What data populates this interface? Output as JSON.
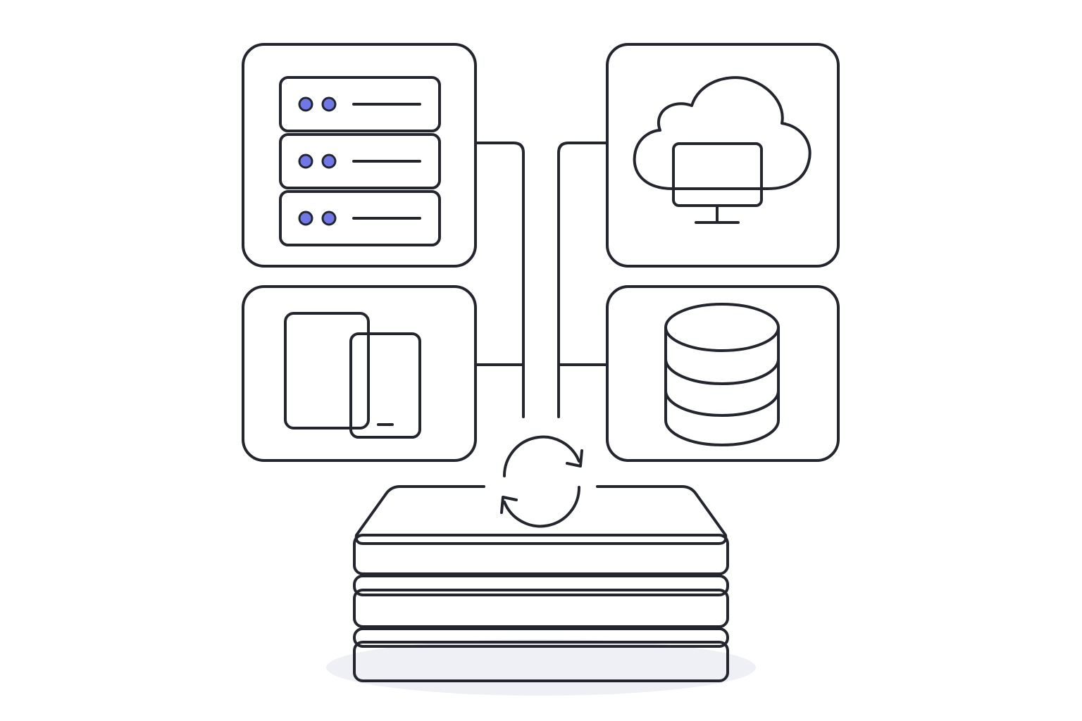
{
  "diagram": {
    "nodes": [
      {
        "id": "servers",
        "icon": "server-rack-icon",
        "units": 3
      },
      {
        "id": "devices",
        "icon": "mobile-devices-icon"
      },
      {
        "id": "cloud",
        "icon": "cloud-monitor-icon"
      },
      {
        "id": "database",
        "icon": "database-icon"
      },
      {
        "id": "sync",
        "icon": "sync-arrows-icon"
      },
      {
        "id": "platform",
        "icon": "layered-platform-icon",
        "layers": 4
      }
    ],
    "edges": [
      {
        "from": "servers",
        "to": "platform"
      },
      {
        "from": "devices",
        "to": "platform"
      },
      {
        "from": "cloud",
        "to": "platform"
      },
      {
        "from": "database",
        "to": "platform"
      }
    ],
    "colors": {
      "outline": "#23262e",
      "navy": "#4a4f8f",
      "lavender": "#9d97df",
      "mint": "#92d6c3",
      "mint_light": "#bce6cc",
      "led": "#6f78e6",
      "shadow": "#eef0f6",
      "db_top": "#5f6499"
    }
  }
}
